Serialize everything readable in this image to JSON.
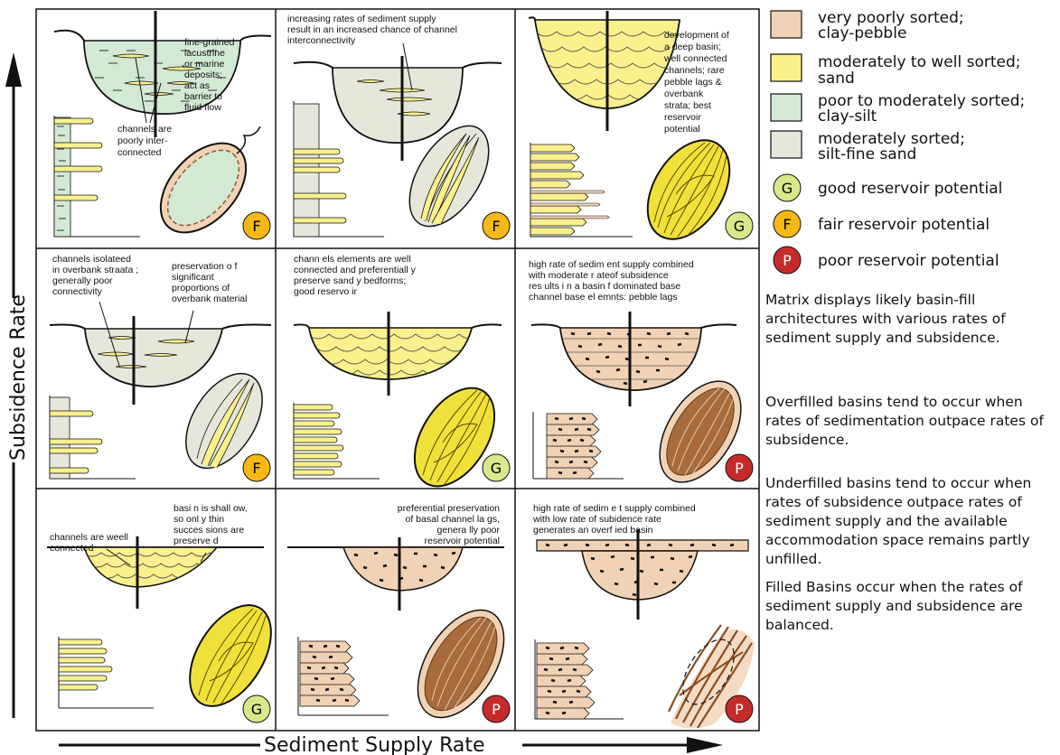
{
  "axes": {
    "y_label": "Subsidence Rate",
    "x_label": "Sediment Supply Rate"
  },
  "colors": {
    "clay_pebble": "#F2D2B4",
    "sand": "#FAF08C",
    "clay_silt": "#D2E9D3",
    "silt_sand": "#E7E6DB",
    "good": "#D9E88A",
    "fair": "#F5B814",
    "poor": "#C62B2B",
    "sand_strong": "#F2E03A",
    "brown": "#A86B3B"
  },
  "legend": [
    {
      "swatch": "clay-pebble",
      "lines": [
        "very poorly sorted;",
        "clay-pebble"
      ]
    },
    {
      "swatch": "sand",
      "lines": [
        "moderately to well sorted;",
        "sand"
      ]
    },
    {
      "swatch": "clay-silt",
      "lines": [
        "poor to moderately sorted;",
        "clay-silt"
      ]
    },
    {
      "swatch": "silt-sand",
      "lines": [
        "moderately sorted;",
        "silt-fine sand"
      ]
    }
  ],
  "potentials": [
    {
      "letter": "G",
      "label": "good reservoir potential"
    },
    {
      "letter": "F",
      "label": "fair reservoir potential"
    },
    {
      "letter": "P",
      "label": "poor reservoir potential"
    }
  ],
  "notes": [
    "Matrix displays likely basin-fill architectures with various rates of sediment supply and subsidence.",
    "Overfilled basins tend to occur when rates of sedimentation outpace rates of subsidence.",
    "Underfilled basins tend to occur when rates of subsidence outpace rates of sediment supply and the available accommodation space remains partly unfilled.",
    "Filled Basins occur when the rates of sediment supply and subsidence are balanced."
  ],
  "cells": [
    {
      "id": "r1c1",
      "badge": "F",
      "labels": [
        [
          "fine-grained",
          "lacustrine",
          "or marine",
          "deposits;",
          "act as",
          "barrier to",
          "fluid flow"
        ],
        [
          "channels are",
          "poorly inter-",
          "connected"
        ]
      ]
    },
    {
      "id": "r1c2",
      "badge": "F",
      "labels": [
        [
          "increasing rates of sediment supply",
          "result in an increased chance of channel",
          "interconnectivity"
        ]
      ]
    },
    {
      "id": "r1c3",
      "badge": "G",
      "labels": [
        [
          "development of",
          "a deep basin;",
          "well connected",
          "channels; rare",
          "pebble lags &",
          "overbank",
          "strata; best",
          "reservoir",
          "potential"
        ]
      ]
    },
    {
      "id": "r2c1",
      "badge": "F",
      "labels": [
        [
          "channels isolateed",
          "in overbank straata ;",
          "generally poor",
          "connectivity"
        ],
        [
          "preservation o f",
          "significant",
          "proportions of",
          "overbank material"
        ]
      ]
    },
    {
      "id": "r2c2",
      "badge": "G",
      "labels": [
        [
          "chann els elements are well",
          "connected and preferentiall y",
          "preserve sand y bedforms;",
          "good reservo ir"
        ]
      ]
    },
    {
      "id": "r2c3",
      "badge": "P",
      "labels": [
        [
          "high rate of sedim ent supply combined",
          "with moderate r ateof subsidence",
          "res ults i n a  basin f dominated base",
          "channel base el emnts: pebble lags"
        ]
      ]
    },
    {
      "id": "r3c1",
      "badge": "G",
      "labels": [
        [
          "channels are weell",
          "connected"
        ],
        [
          "basi n is shall ow,",
          "so onl y thin",
          "succes sions are",
          "preserve d"
        ]
      ]
    },
    {
      "id": "r3c2",
      "badge": "P",
      "labels": [
        [
          "preferential  preservation",
          "of basal channel la gs,",
          "genera lly poor",
          "reservoir  potential"
        ]
      ]
    },
    {
      "id": "r3c3",
      "badge": "P",
      "labels": [
        [
          "high rate of sedim e t supply combined",
          "with low rate of  subidence rate",
          "generates an overf  ied basin"
        ]
      ]
    }
  ]
}
